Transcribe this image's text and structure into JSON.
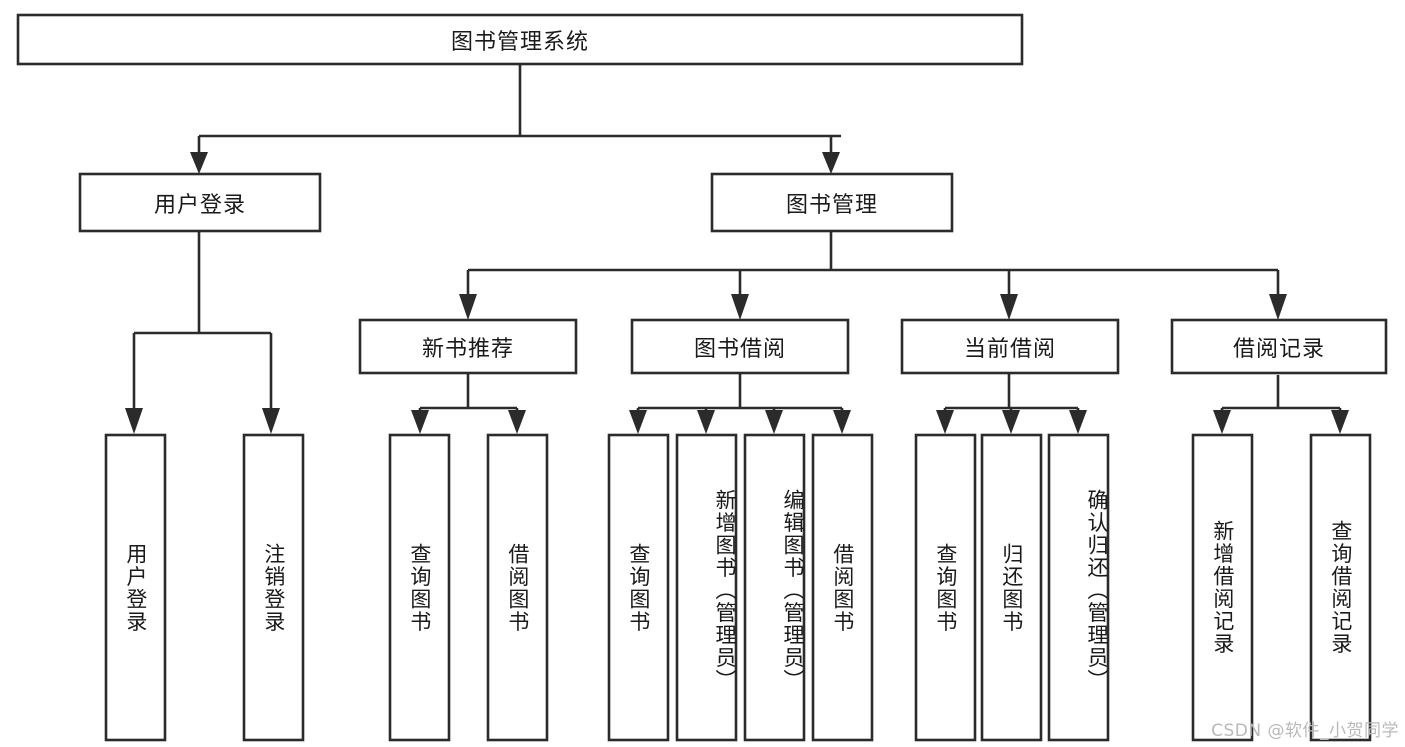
{
  "diagram": {
    "title": "图书管理系统",
    "watermark": "CSDN @软件_小贺同学",
    "stroke_color": "#2b2b2b",
    "fill_color": "#ffffff",
    "text_color": "#1a1a1a",
    "levels": {
      "root": "图书管理系统",
      "level1": [
        "用户登录",
        "图书管理"
      ],
      "level2": [
        "新书推荐",
        "图书借阅",
        "当前借阅",
        "借阅记录"
      ],
      "level3": [
        "用户登录",
        "注销登录",
        "查询图书",
        "借阅图书",
        "查询图书",
        "新增图书（管理员）",
        "编辑图书（管理员）",
        "借阅图书",
        "查询图书",
        "归还图书",
        "确认归还（管理员）",
        "新增借阅记录",
        "查询借阅记录"
      ]
    },
    "nodes": {
      "root": {
        "label": "图书管理系统"
      },
      "user_login": {
        "label": "用户登录"
      },
      "book_manage": {
        "label": "图书管理"
      },
      "new_book_rec": {
        "label": "新书推荐"
      },
      "book_borrow": {
        "label": "图书借阅"
      },
      "current_borrow": {
        "label": "当前借阅"
      },
      "borrow_record": {
        "label": "借阅记录"
      },
      "leaf_user_login": {
        "label": "用户登录"
      },
      "leaf_logout": {
        "label": "注销登录"
      },
      "leaf_query_book_1": {
        "label": "查询图书"
      },
      "leaf_borrow_book_1": {
        "label": "借阅图书"
      },
      "leaf_query_book_2": {
        "label": "查询图书"
      },
      "leaf_add_book": {
        "label": "新增图书（管理员）"
      },
      "leaf_edit_book": {
        "label": "编辑图书（管理员）"
      },
      "leaf_borrow_book_2": {
        "label": "借阅图书"
      },
      "leaf_query_book_3": {
        "label": "查询图书"
      },
      "leaf_return_book": {
        "label": "归还图书"
      },
      "leaf_confirm_return": {
        "label": "确认归还（管理员）"
      },
      "leaf_add_record": {
        "label": "新增借阅记录"
      },
      "leaf_query_record": {
        "label": "查询借阅记录"
      }
    }
  }
}
